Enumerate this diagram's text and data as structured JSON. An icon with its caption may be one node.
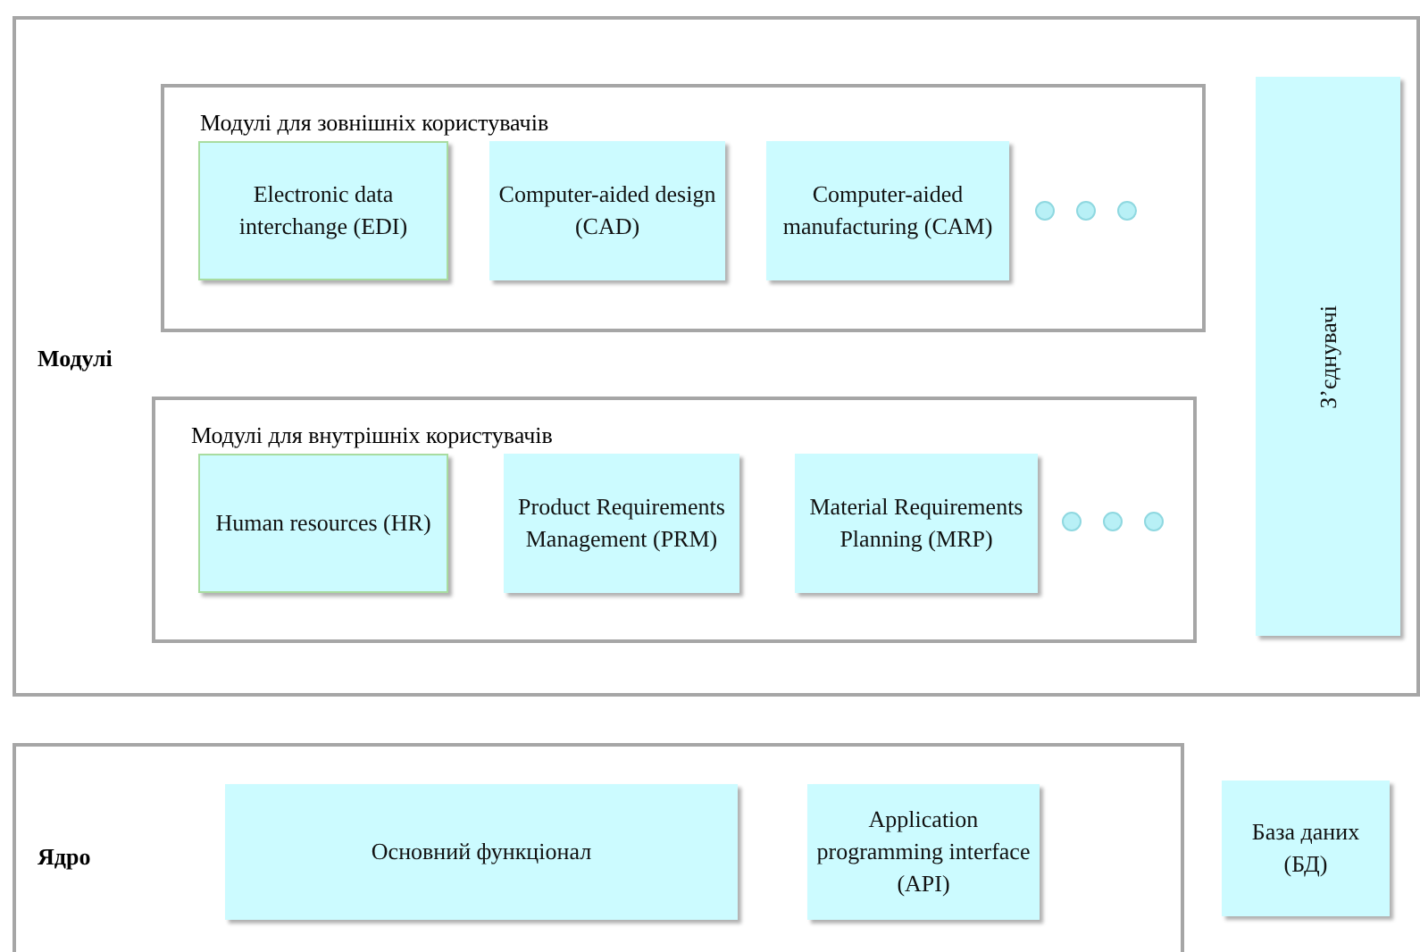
{
  "diagram": {
    "nodes": [
      {
        "text": [
          "Модулі"
        ]
      },
      {
        "text": [
          "Модулі для зовнішніх користувачів"
        ],
        "in": 0
      },
      {
        "text": [
          "Electronic data interchange (EDI)"
        ],
        "in": 1
      },
      {
        "text": [
          "Computer-aided design (CAD)"
        ],
        "in": 1
      },
      {
        "text": [
          "Computer-aided manufacturing (CAM)"
        ],
        "in": 1
      },
      {
        "text": [
          "Модулі для внутрішніх користувачів"
        ],
        "in": 0
      },
      {
        "text": [
          "Human resources (HR)"
        ],
        "in": 5
      },
      {
        "text": [
          "Product Requirements Management (PRM)"
        ],
        "in": 5
      },
      {
        "text": [
          "Material Requirements Planning (MRP)"
        ],
        "in": 5
      },
      {
        "text": [
          "З’єднувачі"
        ],
        "in": 0
      },
      {
        "text": [
          "Ядро"
        ]
      },
      {
        "text": [
          "Основний функціонал"
        ],
        "in": 10
      },
      {
        "text": [
          "Application programming interface (API)"
        ],
        "in": 10
      },
      {
        "text": [
          "База даних (БД)"
        ]
      }
    ]
  }
}
